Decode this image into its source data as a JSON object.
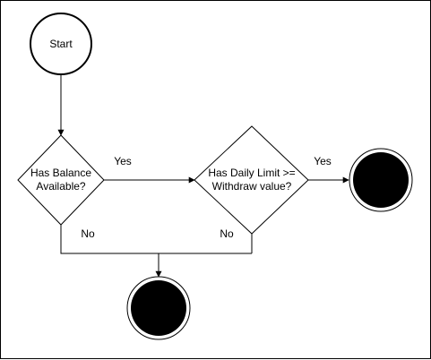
{
  "nodes": {
    "start": {
      "label": "Start"
    },
    "balance_check": {
      "line1": "Has Balance",
      "line2": "Available?"
    },
    "limit_check": {
      "line1": "Has Daily Limit >=",
      "line2": "Withdraw value?"
    }
  },
  "edges": {
    "balance_yes": "Yes",
    "balance_no": "No",
    "limit_yes": "Yes",
    "limit_no": "No"
  },
  "colors": {
    "stroke": "#000000",
    "fill": "#ffffff",
    "end_fill": "#000000"
  }
}
